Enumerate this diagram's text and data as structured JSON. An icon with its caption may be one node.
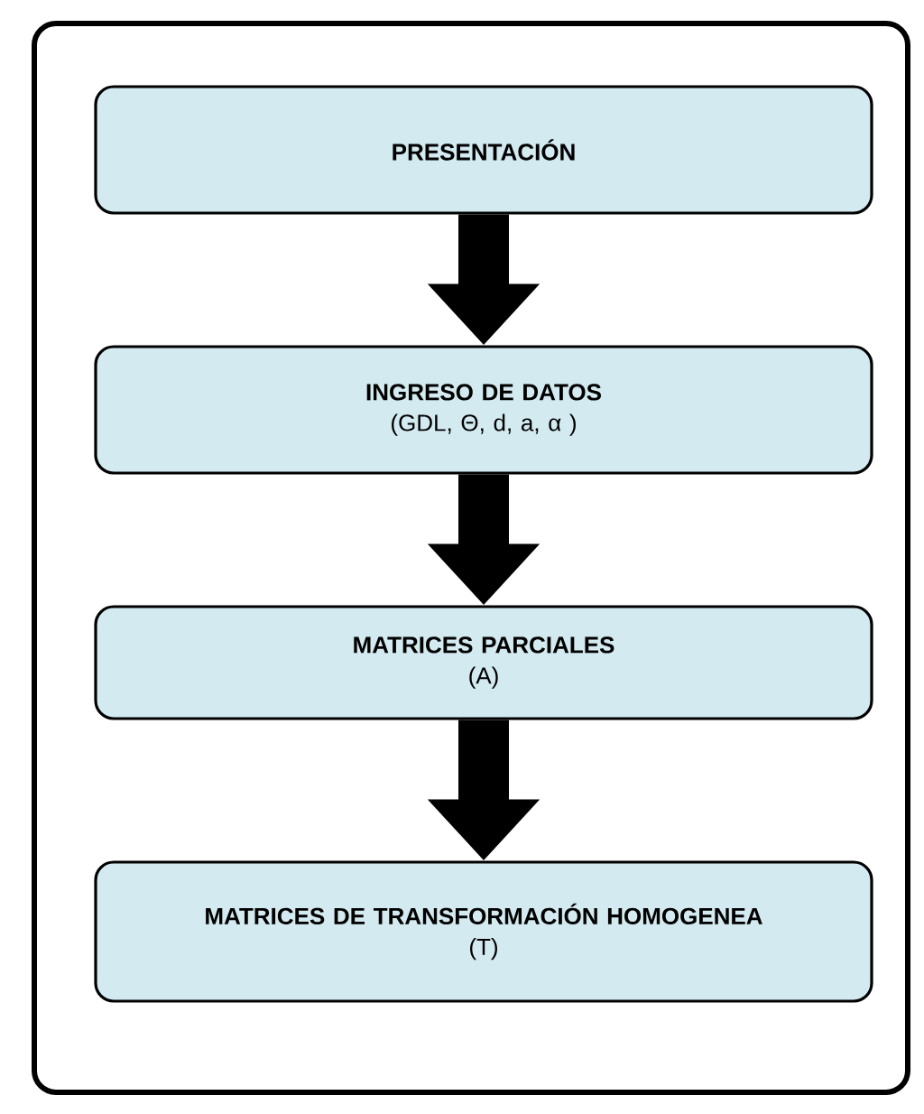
{
  "diagram": {
    "nodes": [
      {
        "text": [
          "PRESENTACIÓN"
        ]
      },
      {
        "text": [
          "INGRESO DE DATOS",
          "(GDL, Θ, d, a, α )"
        ]
      },
      {
        "text": [
          "MATRICES PARCIALES",
          "(A)"
        ]
      },
      {
        "text": [
          "MATRICES DE TRANSFORMACIÓN HOMOGENEA",
          "(T)"
        ]
      }
    ],
    "edges": [
      {
        "from": 0,
        "to": 1,
        "arrow": "to"
      },
      {
        "from": 1,
        "to": 2,
        "arrow": "to"
      },
      {
        "from": 2,
        "to": 3,
        "arrow": "to"
      }
    ]
  }
}
